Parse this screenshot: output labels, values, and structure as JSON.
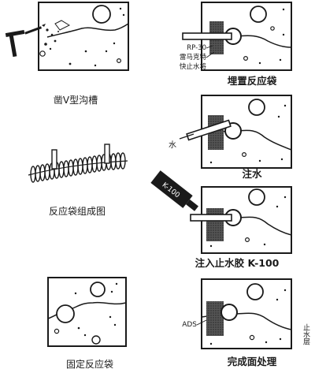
{
  "panels": {
    "groove": {
      "caption": "凿V型沟槽"
    },
    "bag_assembly": {
      "caption": "反应袋组成图"
    },
    "fix_bag": {
      "caption": "固定反应袋"
    },
    "embed_bag": {
      "caption": "埋置反应袋",
      "labels": {
        "rp": "RP-30",
        "cement": "雷马克特",
        "plug": "快止水将"
      }
    },
    "inject_water": {
      "caption": "注水",
      "labels": {
        "water": "水"
      }
    },
    "inject_glue": {
      "caption": "注入止水胶 K-100",
      "labels": {
        "can": "K-100"
      }
    },
    "finish": {
      "caption": "完成面处理",
      "labels": {
        "ads": "ADS",
        "side": "止水层"
      }
    }
  }
}
